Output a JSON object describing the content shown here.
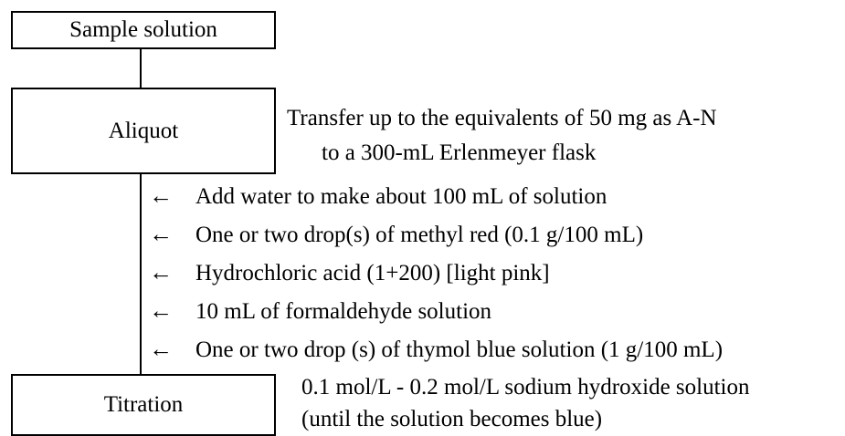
{
  "steps": [
    {
      "label": "Sample solution"
    },
    {
      "label": "Aliquot",
      "note_lines": [
        "Transfer up to the equivalents of 50 mg as A-N",
        "to a 300-mL Erlenmeyer flask"
      ]
    },
    {
      "label": "Titration",
      "note_lines": [
        "0.1 mol/L - 0.2 mol/L sodium hydroxide solution",
        "(until the solution becomes blue)"
      ]
    }
  ],
  "additions": [
    {
      "arrow": "←",
      "text": "Add water to make about 100 mL of solution"
    },
    {
      "arrow": "←",
      "text": "One or two drop(s) of methyl red (0.1 g/100 mL)"
    },
    {
      "arrow": "←",
      "text": "Hydrochloric acid (1+200) [light pink]"
    },
    {
      "arrow": "←",
      "text": "10 mL of formaldehyde solution"
    },
    {
      "arrow": "←",
      "text": "One or two drop (s) of thymol blue solution (1 g/100 mL)"
    }
  ]
}
